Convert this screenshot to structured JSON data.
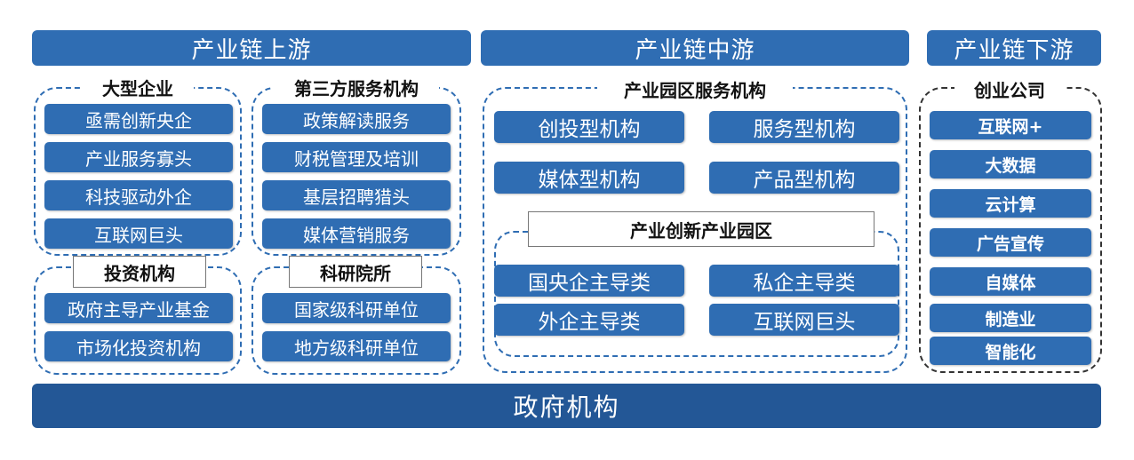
{
  "headers": {
    "upstream": "产业链上游",
    "midstream": "产业链中游",
    "downstream": "产业链下游"
  },
  "upstream": {
    "large_enterprises": {
      "title": "大型企业",
      "items": [
        "亟需创新央企",
        "产业服务寡头",
        "科技驱动外企",
        "互联网巨头"
      ]
    },
    "third_party": {
      "title": "第三方服务机构",
      "items": [
        "政策解读服务",
        "财税管理及培训",
        "基层招聘猎头",
        "媒体营销服务"
      ]
    },
    "investment": {
      "title": "投资机构",
      "items": [
        "政府主导产业基金",
        "市场化投资机构"
      ]
    },
    "research": {
      "title": "科研院所",
      "items": [
        "国家级科研单位",
        "地方级科研单位"
      ]
    }
  },
  "midstream": {
    "park_services": {
      "title": "产业园区服务机构",
      "items": [
        "创投型机构",
        "服务型机构",
        "媒体型机构",
        "产品型机构"
      ]
    },
    "innovation_parks": {
      "title": "产业创新产业园区",
      "items": [
        "国央企主导类",
        "私企主导类",
        "外企主导类",
        "互联网巨头"
      ]
    }
  },
  "downstream": {
    "startups": {
      "title": "创业公司",
      "items": [
        "互联网+",
        "大数据",
        "云计算",
        "广告宣传",
        "自媒体",
        "制造业",
        "智能化"
      ]
    }
  },
  "government": "政府机构"
}
